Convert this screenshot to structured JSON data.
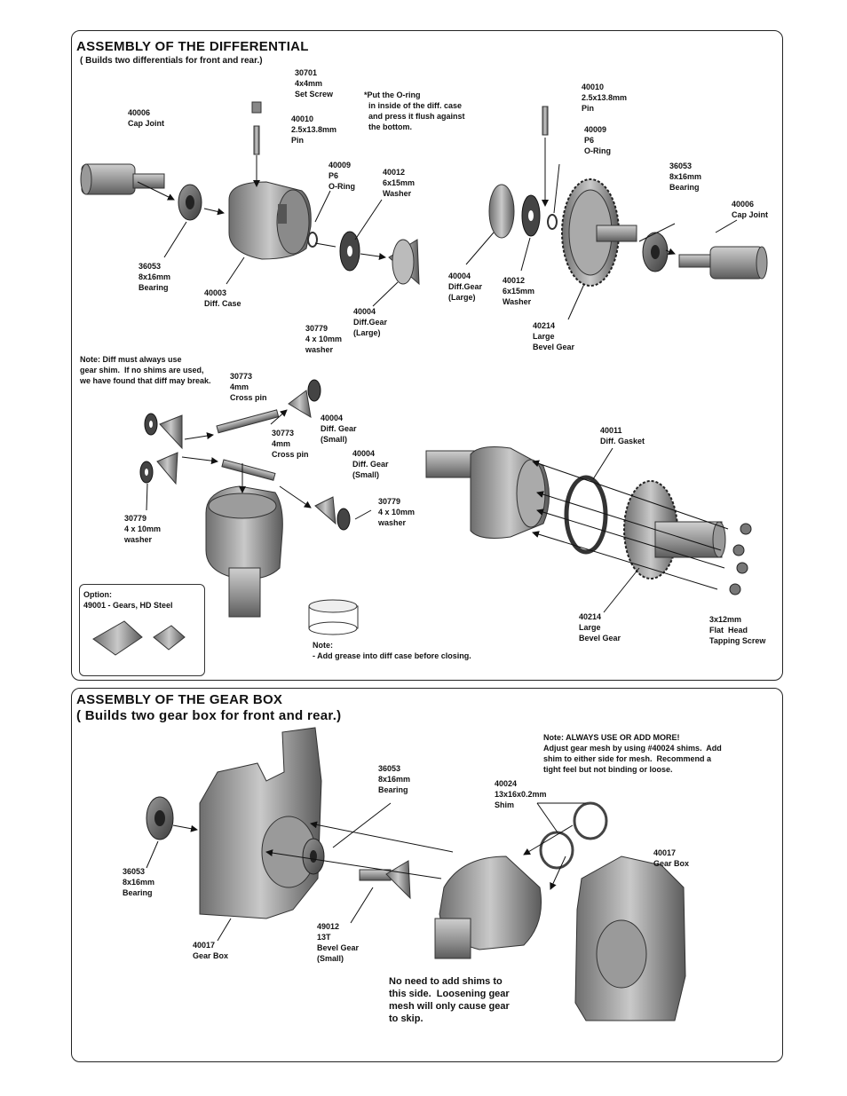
{
  "diff": {
    "title": "ASSEMBLY OF THE DIFFERENTIAL",
    "subtitle": "( Builds two differentials for front and rear.)",
    "labels": {
      "set_screw": "30701\n4x4mm\nSet Screw",
      "cap_joint_l": "40006\nCap Joint",
      "pin_l": "40010\n2.5x13.8mm\nPin",
      "oring_note": "*Put the O-ring\n  in inside of the diff. case\n  and press it flush against\n  the bottom.",
      "oring_l": "40009\nP6\nO-Ring",
      "washer_l": "40012\n6x15mm\nWasher",
      "bearing_l": "36053\n8x16mm\nBearing",
      "diff_case": "40003\nDiff. Case",
      "diff_gear_large_c": "40004\nDiff.Gear\n(Large)",
      "pin_r": "40010\n2.5x13.8mm\nPin",
      "oring_r": "40009\nP6\nO-Ring",
      "bearing_r": "36053\n8x16mm\nBearing",
      "cap_joint_r": "40006\nCap Joint",
      "diff_gear_large_r": "40004\nDiff.Gear\n(Large)",
      "washer_r": "40012\n6x15mm\nWasher",
      "bevel_gear_top": "40214\nLarge\nBevel Gear",
      "washer_top": "30779\n4 x 10mm\nwasher",
      "shim_note": "Note: Diff must always use\ngear shim.  If no shims are used,\nwe have found that diff may break.",
      "cross_pin_1": "30773\n4mm\nCross pin",
      "diff_gear_small_1": "40004\nDiff. Gear\n(Small)",
      "cross_pin_2": "30773\n4mm\nCross pin",
      "diff_gear_small_2": "40004\nDiff. Gear\n(Small)",
      "washer_mid": "30779\n4 x 10mm\nwasher",
      "washer_left": "30779\n4 x 10mm\nwasher",
      "diff_gasket": "40011\nDiff. Gasket",
      "bevel_gear_bottom": "40214\nLarge\nBevel Gear",
      "screw": "3x12mm\nFlat  Head\nTapping Screw",
      "option": "Option:\n49001 - Gears, HD Steel",
      "grease_note": "Note:\n- Add grease into diff case before closing."
    }
  },
  "gearbox": {
    "title": "ASSEMBLY OF THE GEAR BOX",
    "subtitle": "( Builds two gear box for front and rear.)",
    "labels": {
      "always_note": "Note: ALWAYS USE OR ADD MORE!\nAdjust gear mesh by using #40024 shims.  Add\nshim to either side for mesh.  Recommend a\ntight feel but not binding or loose.",
      "bearing_top": "36053\n8x16mm\nBearing",
      "shim": "40024\n13x16x0.2mm\nShim",
      "gear_box_r": "40017\nGear Box",
      "bearing_left": "36053\n8x16mm\nBearing",
      "bevel_small": "49012\n13T\nBevel Gear\n(Small)",
      "gear_box_l": "40017\nGear Box",
      "no_shim_note": "No need to add shims to\nthis side.  Loosening gear\nmesh will only cause gear\nto skip."
    }
  }
}
